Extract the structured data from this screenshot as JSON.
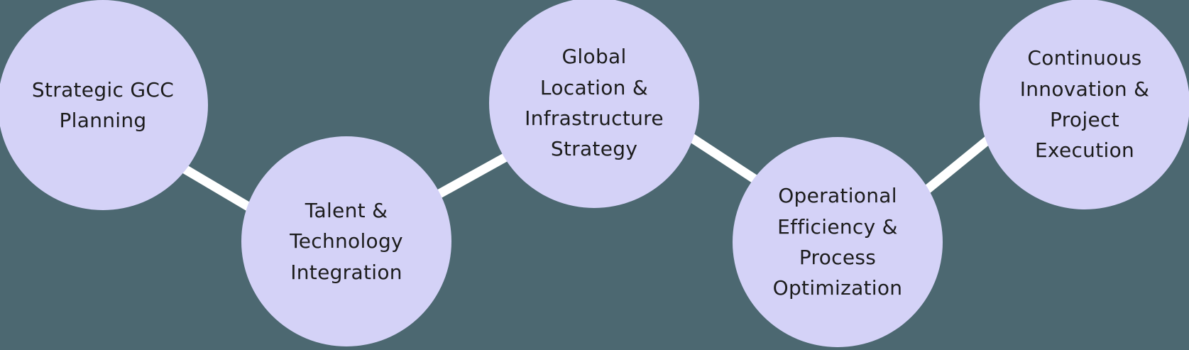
{
  "diagram": {
    "type": "process-flow",
    "colors": {
      "background": "#4C6871",
      "node_fill": "#D4D2F7",
      "node_text": "#1C1C1C",
      "connector": "#FFFFFF"
    },
    "nodes": [
      {
        "id": "strategic-gcc-planning",
        "label": "Strategic GCC\nPlanning"
      },
      {
        "id": "talent-technology-integration",
        "label": "Talent &\nTechnology\nIntegration"
      },
      {
        "id": "global-location-infrastructure-strategy",
        "label": "Global\nLocation &\nInfrastructure\nStrategy"
      },
      {
        "id": "operational-efficiency-process-optimization",
        "label": "Operational\nEfficiency &\nProcess\nOptimization"
      },
      {
        "id": "continuous-innovation-project-execution",
        "label": "Continuous\nInnovation &\nProject\nExecution"
      }
    ],
    "connections": [
      {
        "from": 0,
        "to": 1
      },
      {
        "from": 1,
        "to": 2
      },
      {
        "from": 2,
        "to": 3
      },
      {
        "from": 3,
        "to": 4
      }
    ]
  }
}
